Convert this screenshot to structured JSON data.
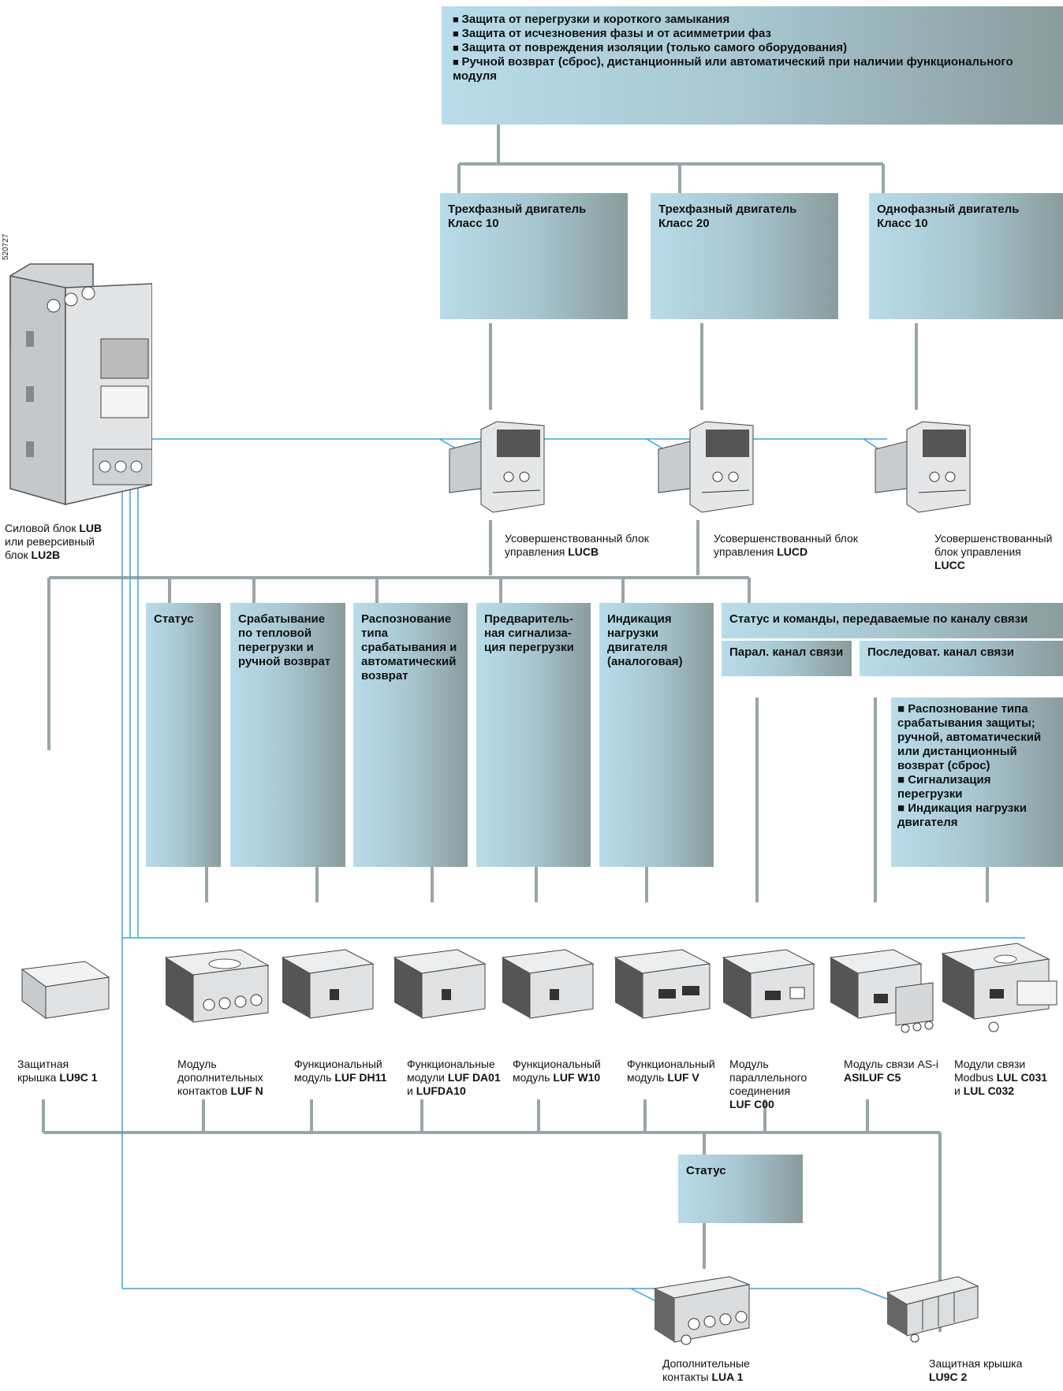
{
  "catalog_number": "520727",
  "top_box": {
    "lines": [
      "Защита от перегрузки и короткого замыкания",
      "Защита от исчезновения фазы и от асимметрии фаз",
      "Защита от повреждения изоляции (только самого оборудования)",
      "Ручной возврат (сброс), дистанционный или автоматический при наличии функционального модуля"
    ]
  },
  "motor_boxes": [
    {
      "line1": "Трехфазный двигатель",
      "line2": "Класс 10"
    },
    {
      "line1": "Трехфазный двигатель",
      "line2": "Класс 20"
    },
    {
      "line1": "Однофазный двигатель",
      "line2": "Класс 10"
    }
  ],
  "power_unit": {
    "pre1": "Силовой блок ",
    "code1": "LUB",
    "line2": "или реверсивный",
    "pre3": "блок ",
    "code3": "LU2B"
  },
  "control_units": [
    {
      "line1": "Усовершенствованный блок",
      "pre2": "управления ",
      "code": "LUCB"
    },
    {
      "line1": "Усовершенствованный блок",
      "pre2": "управления ",
      "code": "LUCD"
    },
    {
      "line1": "Усовершенствованный",
      "line2": "блок управления",
      "code": "LUCC"
    }
  ],
  "function_boxes": [
    {
      "lines": [
        "Статус"
      ]
    },
    {
      "lines": [
        "Срабатывание",
        "по тепловой",
        "перегрузки и",
        "ручной возврат"
      ]
    },
    {
      "lines": [
        "Распознование",
        "типа",
        "срабатывания и",
        "автоматический",
        "возврат"
      ]
    },
    {
      "lines": [
        "Предваритель-",
        "ная сигнализа-",
        "ция перегрузки"
      ]
    },
    {
      "lines": [
        "Индикация",
        "нагрузки",
        "двигателя",
        "(аналоговая)"
      ]
    }
  ],
  "comm_box": {
    "title": "Статус и команды, передаваемые по каналу связи",
    "parallel": "Парал. канал связи",
    "serial": "Последоват. канал связи"
  },
  "modbus_box": {
    "lines": [
      "■  Распознование типа",
      "срабатывания защиты;",
      "ручной, автоматический",
      "или дистанционный",
      "возврат (сброс)",
      "■  Сигнализация",
      "перегрузки",
      "■  Индикация нагрузки",
      "двигателя"
    ]
  },
  "modules": [
    {
      "l1": "Защитная",
      "pre2": "крышка  ",
      "code": "LU9C 1"
    },
    {
      "l1": "Модуль",
      "l2": "дополнительных",
      "pre3": "контактов ",
      "code": "LUF N"
    },
    {
      "l1": "Функциональный",
      "pre2": "модуль ",
      "code": "LUF DH11"
    },
    {
      "l1": "Функциональные",
      "pre2": "модули ",
      "code": "LUF DA01",
      "pre3": "и ",
      "code2": "LUFDA10"
    },
    {
      "l1": "Функциональный",
      "pre2": "модуль ",
      "code": "LUF W10"
    },
    {
      "l1": "Функциональный",
      "pre2": "модуль ",
      "code": "LUF V"
    },
    {
      "l1": "Модуль",
      "l2": "параллельного",
      "l3": "соединения",
      "code": "LUF C00"
    },
    {
      "l1": "Модуль связи AS-i",
      "code": "ASILUF C5"
    },
    {
      "l1": "Модули связи",
      "pre2": "Modbus ",
      "code": "LUL C031",
      "pre3": "и ",
      "code2": "LUL C032"
    }
  ],
  "status_box": {
    "label": "Статус"
  },
  "aux_contacts": {
    "l1": "Дополнительные",
    "pre2": "контакты ",
    "code": "LUA 1"
  },
  "cover2": {
    "l1": "Защитная крышка",
    "code": "LU9C 2"
  },
  "colors": {
    "box_light": "#b9dcea",
    "box_dark": "#8a9c9e",
    "wire_gray": "#9aa5a8",
    "wire_blue": "#3aa6d6"
  }
}
